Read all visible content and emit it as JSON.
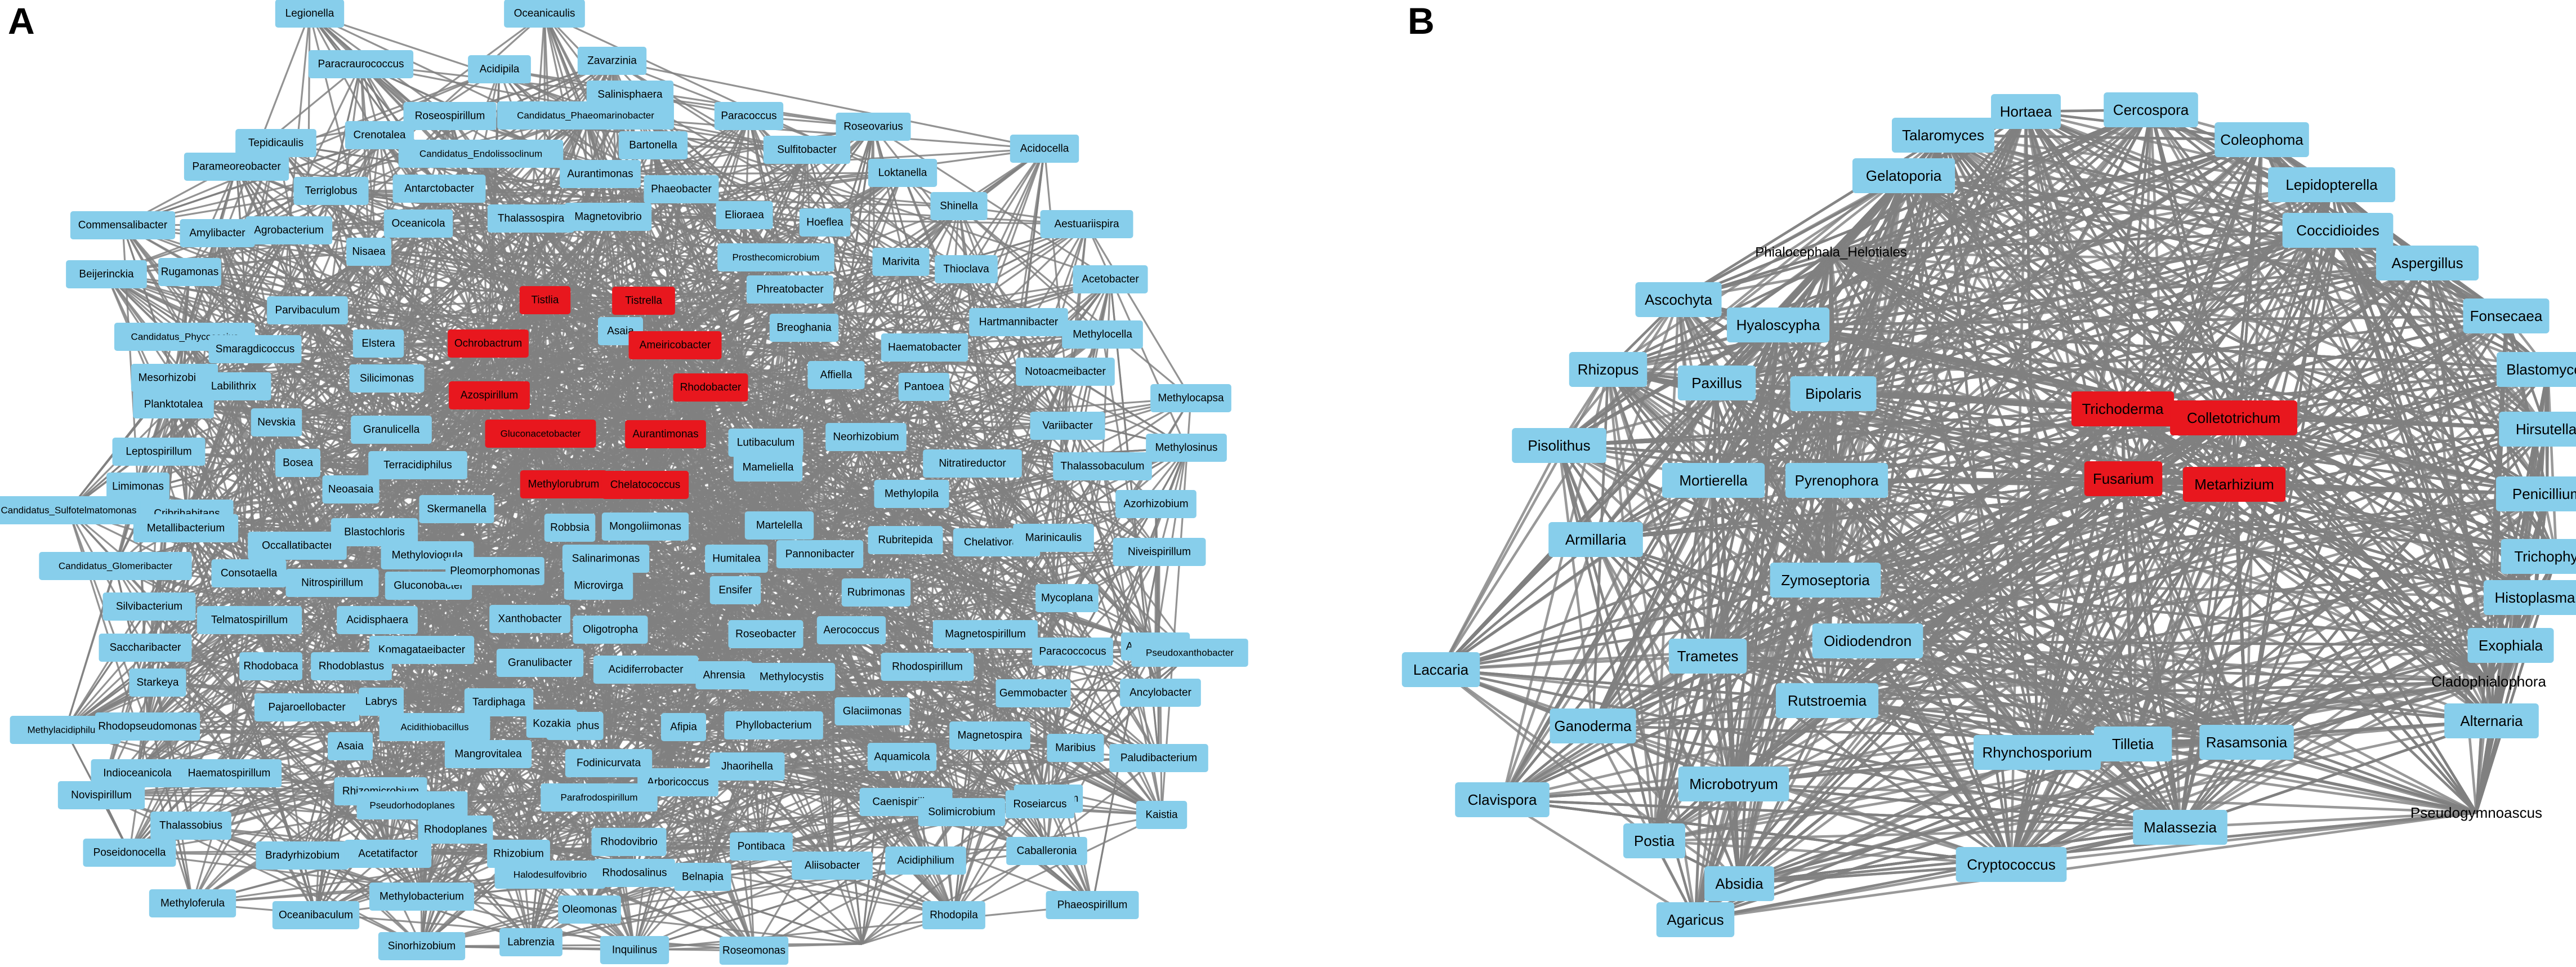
{
  "colors": {
    "node": "#87ceeb",
    "highlight": "#e8171e",
    "edge": "#808080"
  },
  "panels": [
    {
      "letter": "A",
      "nodes": [
        {
          "label": "Legionella",
          "kind": "normal"
        },
        {
          "label": "Oceanicaulis",
          "kind": "normal"
        },
        {
          "label": "Paracraurococcus",
          "kind": "normal"
        },
        {
          "label": "Acidipila",
          "kind": "normal"
        },
        {
          "label": "Zavarzinia",
          "kind": "normal"
        },
        {
          "label": "Salinisphaera",
          "kind": "normal"
        },
        {
          "label": "Candidatus_Phaeomarinobacter",
          "kind": "normal"
        },
        {
          "label": "Roseospirillum",
          "kind": "normal"
        },
        {
          "label": "Paracoccus",
          "kind": "normal"
        },
        {
          "label": "Roseovarius",
          "kind": "normal"
        },
        {
          "label": "Crenotalea",
          "kind": "normal"
        },
        {
          "label": "Tepidicaulis",
          "kind": "normal"
        },
        {
          "label": "Candidatus_Endolissoclinum",
          "kind": "normal"
        },
        {
          "label": "Bartonella",
          "kind": "normal"
        },
        {
          "label": "Sulfitobacter",
          "kind": "normal"
        },
        {
          "label": "Acidocella",
          "kind": "normal"
        },
        {
          "label": "Parameoreobacter",
          "kind": "normal"
        },
        {
          "label": "Terriglobus",
          "kind": "normal"
        },
        {
          "label": "Aurantimonas",
          "kind": "normal"
        },
        {
          "label": "Loktanella",
          "kind": "normal"
        },
        {
          "label": "Antarctobacter",
          "kind": "normal"
        },
        {
          "label": "Phaeobacter",
          "kind": "normal"
        },
        {
          "label": "Amylibacter",
          "kind": "normal"
        },
        {
          "label": "Commensalibacter",
          "kind": "normal"
        },
        {
          "label": "Oceanicola",
          "kind": "normal"
        },
        {
          "label": "Thalassospira",
          "kind": "normal"
        },
        {
          "label": "Magnetovibrio",
          "kind": "normal"
        },
        {
          "label": "Elioraea",
          "kind": "normal"
        },
        {
          "label": "Hoeflea",
          "kind": "normal"
        },
        {
          "label": "Shinella",
          "kind": "normal"
        },
        {
          "label": "Aestuariispira",
          "kind": "normal"
        },
        {
          "label": "Rugamonas",
          "kind": "normal"
        },
        {
          "label": "Nisaea",
          "kind": "normal"
        },
        {
          "label": "Agrobacterium",
          "kind": "normal"
        },
        {
          "label": "Prosthecomicrobium",
          "kind": "normal"
        },
        {
          "label": "Marivita",
          "kind": "normal"
        },
        {
          "label": "Thioclava",
          "kind": "normal"
        },
        {
          "label": "Acetobacter",
          "kind": "normal"
        },
        {
          "label": "Beijerinckia",
          "kind": "normal"
        },
        {
          "label": "Phreatobacter",
          "kind": "normal"
        },
        {
          "label": "Tistlia",
          "kind": "red"
        },
        {
          "label": "Tistrella",
          "kind": "red"
        },
        {
          "label": "Parvibaculum",
          "kind": "normal"
        },
        {
          "label": "Breoghania",
          "kind": "normal"
        },
        {
          "label": "Hartmannibacter",
          "kind": "normal"
        },
        {
          "label": "Candidatus_Phycosocius",
          "kind": "normal"
        },
        {
          "label": "Methylocella",
          "kind": "normal"
        },
        {
          "label": "Smaragdicoccus",
          "kind": "normal"
        },
        {
          "label": "Elstera",
          "kind": "normal"
        },
        {
          "label": "Ochrobactrum",
          "kind": "red"
        },
        {
          "label": "Asaia",
          "kind": "normal"
        },
        {
          "label": "Ameiricobacter",
          "kind": "red"
        },
        {
          "label": "Haematobacter",
          "kind": "normal"
        },
        {
          "label": "Mesorhizobium",
          "kind": "normal"
        },
        {
          "label": "Labilithrix",
          "kind": "normal"
        },
        {
          "label": "Silicimonas",
          "kind": "normal"
        },
        {
          "label": "Affiella",
          "kind": "normal"
        },
        {
          "label": "Notoacmeibacter",
          "kind": "normal"
        },
        {
          "label": "Planktotalea",
          "kind": "normal"
        },
        {
          "label": "Azospirillum",
          "kind": "red"
        },
        {
          "label": "Rhodobacter",
          "kind": "red"
        },
        {
          "label": "Pantoea",
          "kind": "normal"
        },
        {
          "label": "Methylocapsa",
          "kind": "normal"
        },
        {
          "label": "Nevskia",
          "kind": "normal"
        },
        {
          "label": "Granulicella",
          "kind": "normal"
        },
        {
          "label": "Gluconacetobacter",
          "kind": "red"
        },
        {
          "label": "Aurantimonas",
          "kind": "red"
        },
        {
          "label": "Leptospirillum",
          "kind": "normal"
        },
        {
          "label": "Lutibaculum",
          "kind": "normal"
        },
        {
          "label": "Neorhizobium",
          "kind": "normal"
        },
        {
          "label": "Variibacter",
          "kind": "normal"
        },
        {
          "label": "Methylosinus",
          "kind": "normal"
        },
        {
          "label": "Bosea",
          "kind": "normal"
        },
        {
          "label": "Terracidiphilus",
          "kind": "normal"
        },
        {
          "label": "Mameliella",
          "kind": "normal"
        },
        {
          "label": "Nitratireductor",
          "kind": "normal"
        },
        {
          "label": "Thalassobaculum",
          "kind": "normal"
        },
        {
          "label": "Limimonas",
          "kind": "normal"
        },
        {
          "label": "Methylorubrum",
          "kind": "red"
        },
        {
          "label": "Chelatococcus",
          "kind": "red"
        },
        {
          "label": "Neoasaia",
          "kind": "normal"
        },
        {
          "label": "Methylopila",
          "kind": "normal"
        },
        {
          "label": "Azorhizobium",
          "kind": "normal"
        },
        {
          "label": "Candidatus_Sulfotelmatomonas",
          "kind": "normal"
        },
        {
          "label": "Cribrihabitans",
          "kind": "normal"
        },
        {
          "label": "Metallibacterium",
          "kind": "normal"
        },
        {
          "label": "Occallatibacter",
          "kind": "normal"
        },
        {
          "label": "Skermanella",
          "kind": "normal"
        },
        {
          "label": "Robbsia",
          "kind": "normal"
        },
        {
          "label": "Mongoliimonas",
          "kind": "normal"
        },
        {
          "label": "Martelella",
          "kind": "normal"
        },
        {
          "label": "Rubritepida",
          "kind": "normal"
        },
        {
          "label": "Chelativorans",
          "kind": "normal"
        },
        {
          "label": "Marinicaulis",
          "kind": "normal"
        },
        {
          "label": "Blastochloris",
          "kind": "normal"
        },
        {
          "label": "Salinarimonas",
          "kind": "normal"
        },
        {
          "label": "Pannonibacter",
          "kind": "normal"
        },
        {
          "label": "Niveispirillum",
          "kind": "normal"
        },
        {
          "label": "Methyloviogula",
          "kind": "normal"
        },
        {
          "label": "Candidatus_Glomeribacter",
          "kind": "normal"
        },
        {
          "label": "Consotaella",
          "kind": "normal"
        },
        {
          "label": "Nitrospirillum",
          "kind": "normal"
        },
        {
          "label": "Gluconobacter",
          "kind": "normal"
        },
        {
          "label": "Pleomorphomonas",
          "kind": "normal"
        },
        {
          "label": "Humitalea",
          "kind": "normal"
        },
        {
          "label": "Microvirga",
          "kind": "normal"
        },
        {
          "label": "Ensifer",
          "kind": "normal"
        },
        {
          "label": "Rubrimonas",
          "kind": "normal"
        },
        {
          "label": "Mycoplana",
          "kind": "normal"
        },
        {
          "label": "Silvibacterium",
          "kind": "normal"
        },
        {
          "label": "Telmatospirillum",
          "kind": "normal"
        },
        {
          "label": "Acidisphaera",
          "kind": "normal"
        },
        {
          "label": "Xanthobacter",
          "kind": "normal"
        },
        {
          "label": "Oligotropha",
          "kind": "normal"
        },
        {
          "label": "Roseobacter",
          "kind": "normal"
        },
        {
          "label": "Aerococcus",
          "kind": "normal"
        },
        {
          "label": "Magnetospirillum",
          "kind": "normal"
        },
        {
          "label": "Acidomonas",
          "kind": "normal"
        },
        {
          "label": "Saccharibacter",
          "kind": "normal"
        },
        {
          "label": "Komagataeibacter",
          "kind": "normal"
        },
        {
          "label": "Granulibacter",
          "kind": "normal"
        },
        {
          "label": "Paracoccocus",
          "kind": "normal"
        },
        {
          "label": "Pseudoxanthobacter",
          "kind": "normal"
        },
        {
          "label": "Rhodobaca",
          "kind": "normal"
        },
        {
          "label": "Rhodoblastus",
          "kind": "normal"
        },
        {
          "label": "Acidiferrobacter",
          "kind": "normal"
        },
        {
          "label": "Ahrensia",
          "kind": "normal"
        },
        {
          "label": "Methylocystis",
          "kind": "normal"
        },
        {
          "label": "Rhodospirillum",
          "kind": "normal"
        },
        {
          "label": "Starkeya",
          "kind": "normal"
        },
        {
          "label": "Gemmobacter",
          "kind": "normal"
        },
        {
          "label": "Ancylobacter",
          "kind": "normal"
        },
        {
          "label": "Pajaroellobacter",
          "kind": "normal"
        },
        {
          "label": "Labrys",
          "kind": "normal"
        },
        {
          "label": "Tardiphaga",
          "kind": "normal"
        },
        {
          "label": "Amorphus",
          "kind": "normal"
        },
        {
          "label": "Glaciimonas",
          "kind": "normal"
        },
        {
          "label": "Methylacidiphilum",
          "kind": "normal"
        },
        {
          "label": "Rhodopseudomonas",
          "kind": "normal"
        },
        {
          "label": "Acidithiobacillus",
          "kind": "normal"
        },
        {
          "label": "Kozakia",
          "kind": "normal"
        },
        {
          "label": "Afipia",
          "kind": "normal"
        },
        {
          "label": "Phyllobacterium",
          "kind": "normal"
        },
        {
          "label": "Magnetospira",
          "kind": "normal"
        },
        {
          "label": "Maribius",
          "kind": "normal"
        },
        {
          "label": "Paludibacterium",
          "kind": "normal"
        },
        {
          "label": "Asaia",
          "kind": "normal"
        },
        {
          "label": "Mangrovitalea",
          "kind": "normal"
        },
        {
          "label": "Indioceanicola",
          "kind": "normal"
        },
        {
          "label": "Haematospirillum",
          "kind": "normal"
        },
        {
          "label": "Fodinicurvata",
          "kind": "normal"
        },
        {
          "label": "Jhaorihella",
          "kind": "normal"
        },
        {
          "label": "Aquamicola",
          "kind": "normal"
        },
        {
          "label": "Novispirillum",
          "kind": "normal"
        },
        {
          "label": "Rhizomicrobium",
          "kind": "normal"
        },
        {
          "label": "Arboricoccus",
          "kind": "normal"
        },
        {
          "label": "Caenispirillum",
          "kind": "normal"
        },
        {
          "label": "Rhodovulum",
          "kind": "normal"
        },
        {
          "label": "Roseiarcus",
          "kind": "normal"
        },
        {
          "label": "Pseudorhodoplanes",
          "kind": "normal"
        },
        {
          "label": "Parafrodospirillum",
          "kind": "normal"
        },
        {
          "label": "Solimicrobium",
          "kind": "normal"
        },
        {
          "label": "Kaistia",
          "kind": "normal"
        },
        {
          "label": "Thalassobius",
          "kind": "normal"
        },
        {
          "label": "Rhodoplanes",
          "kind": "normal"
        },
        {
          "label": "Rhodovibrio",
          "kind": "normal"
        },
        {
          "label": "Pontibaca",
          "kind": "normal"
        },
        {
          "label": "Poseidonocella",
          "kind": "normal"
        },
        {
          "label": "Bradyrhizobium",
          "kind": "normal"
        },
        {
          "label": "Acetatifactor",
          "kind": "normal"
        },
        {
          "label": "Rhizobium",
          "kind": "normal"
        },
        {
          "label": "Aliisobacter",
          "kind": "normal"
        },
        {
          "label": "Acidiphilium",
          "kind": "normal"
        },
        {
          "label": "Caballeronia",
          "kind": "normal"
        },
        {
          "label": "Halodesulfovibrio",
          "kind": "normal"
        },
        {
          "label": "Rhodosalinus",
          "kind": "normal"
        },
        {
          "label": "Belnapia",
          "kind": "normal"
        },
        {
          "label": "Methyloferula",
          "kind": "normal"
        },
        {
          "label": "Oceanibaculum",
          "kind": "normal"
        },
        {
          "label": "Methylobacterium",
          "kind": "normal"
        },
        {
          "label": "Oleomonas",
          "kind": "normal"
        },
        {
          "label": "Rhodopila",
          "kind": "normal"
        },
        {
          "label": "Phaeospirillum",
          "kind": "normal"
        },
        {
          "label": "Sinorhizobium",
          "kind": "normal"
        },
        {
          "label": "Labrenzia",
          "kind": "normal"
        },
        {
          "label": "Inquilinus",
          "kind": "normal"
        },
        {
          "label": "Roseomonas",
          "kind": "normal"
        }
      ]
    },
    {
      "letter": "B",
      "nodes": [
        {
          "label": "Hortaea",
          "kind": "normal"
        },
        {
          "label": "Cercospora",
          "kind": "normal"
        },
        {
          "label": "Talaromyces",
          "kind": "normal"
        },
        {
          "label": "Coleophoma",
          "kind": "normal"
        },
        {
          "label": "Gelatoporia",
          "kind": "normal"
        },
        {
          "label": "Lepidopterella",
          "kind": "normal"
        },
        {
          "label": "Coccidioides",
          "kind": "normal"
        },
        {
          "label": "Phialocephala_Helotiales",
          "kind": "plain"
        },
        {
          "label": "Aspergillus",
          "kind": "normal"
        },
        {
          "label": "Ascochyta",
          "kind": "normal"
        },
        {
          "label": "Hyaloscypha",
          "kind": "normal"
        },
        {
          "label": "Fonsecaea",
          "kind": "normal"
        },
        {
          "label": "Rhizopus",
          "kind": "normal"
        },
        {
          "label": "Paxillus",
          "kind": "normal"
        },
        {
          "label": "Bipolaris",
          "kind": "normal"
        },
        {
          "label": "Blastomyces",
          "kind": "normal"
        },
        {
          "label": "Trichoderma",
          "kind": "red"
        },
        {
          "label": "Colletotrichum",
          "kind": "red"
        },
        {
          "label": "Hirsutella",
          "kind": "normal"
        },
        {
          "label": "Pisolithus",
          "kind": "normal"
        },
        {
          "label": "Mortierella",
          "kind": "normal"
        },
        {
          "label": "Pyrenophora",
          "kind": "normal"
        },
        {
          "label": "Fusarium",
          "kind": "red"
        },
        {
          "label": "Metarhizium",
          "kind": "red"
        },
        {
          "label": "Penicillium",
          "kind": "normal"
        },
        {
          "label": "Armillaria",
          "kind": "normal"
        },
        {
          "label": "Trichophyton",
          "kind": "normal"
        },
        {
          "label": "Zymoseptoria",
          "kind": "normal"
        },
        {
          "label": "Histoplasma",
          "kind": "normal"
        },
        {
          "label": "Oidiodendron",
          "kind": "normal"
        },
        {
          "label": "Exophiala",
          "kind": "normal"
        },
        {
          "label": "Trametes",
          "kind": "normal"
        },
        {
          "label": "Cladophialophora",
          "kind": "plain"
        },
        {
          "label": "Laccaria",
          "kind": "normal"
        },
        {
          "label": "Rutstroemia",
          "kind": "normal"
        },
        {
          "label": "Alternaria",
          "kind": "normal"
        },
        {
          "label": "Ganoderma",
          "kind": "normal"
        },
        {
          "label": "Tilletia",
          "kind": "normal"
        },
        {
          "label": "Rasamsonia",
          "kind": "normal"
        },
        {
          "label": "Rhynchosporium",
          "kind": "normal"
        },
        {
          "label": "Microbotryum",
          "kind": "normal"
        },
        {
          "label": "Pseudogymnoascus",
          "kind": "plain"
        },
        {
          "label": "Clavispora",
          "kind": "normal"
        },
        {
          "label": "Malassezia",
          "kind": "normal"
        },
        {
          "label": "Postia",
          "kind": "normal"
        },
        {
          "label": "Cryptococcus",
          "kind": "normal"
        },
        {
          "label": "Absidia",
          "kind": "normal"
        },
        {
          "label": "Agaricus",
          "kind": "normal"
        }
      ]
    }
  ]
}
